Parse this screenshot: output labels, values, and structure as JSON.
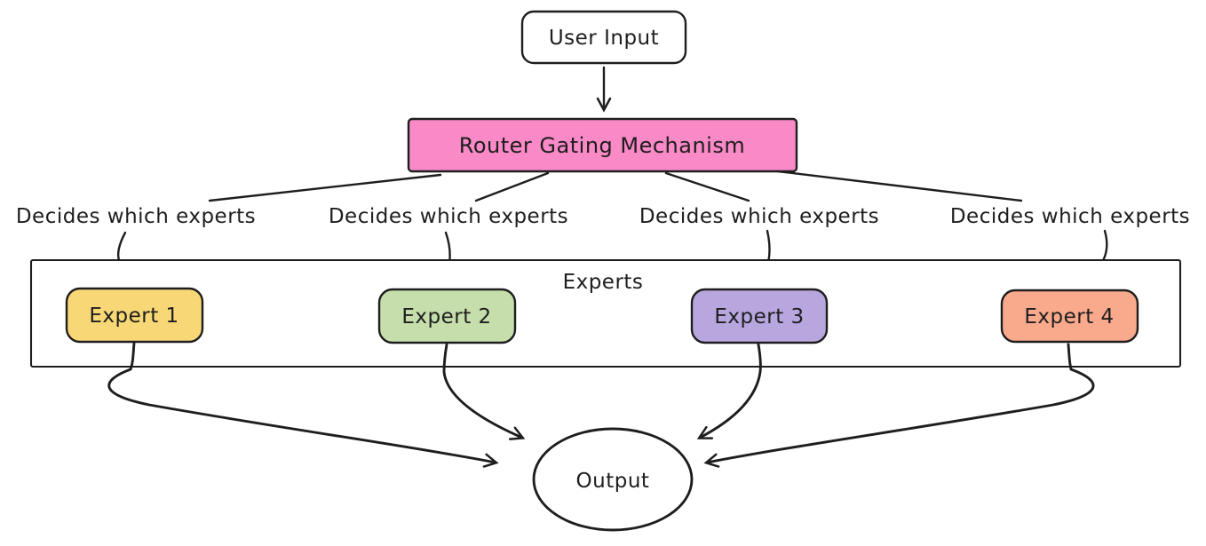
{
  "diagram": {
    "type": "flowchart",
    "background": "#ffffff",
    "stroke": "#1e1e1e",
    "nodes": {
      "user_input": {
        "label": "User Input",
        "fill": "#ffffff"
      },
      "router": {
        "label": "Router Gating Mechanism",
        "fill": "#f989c7"
      },
      "experts_group": {
        "label": "Experts",
        "fill": "#ffffff"
      },
      "expert_1": {
        "label": "Expert 1",
        "fill": "#f8d876"
      },
      "expert_2": {
        "label": "Expert 2",
        "fill": "#c5deab"
      },
      "expert_3": {
        "label": "Expert 3",
        "fill": "#b8a6df"
      },
      "expert_4": {
        "label": "Expert 4",
        "fill": "#f9a98c"
      },
      "output": {
        "label": "Output",
        "fill": "#ffffff"
      }
    },
    "edge_labels": {
      "to_expert_1": "Decides which experts",
      "to_expert_2": "Decides which experts",
      "to_expert_3": "Decides which experts",
      "to_expert_4": "Decides which experts"
    }
  }
}
